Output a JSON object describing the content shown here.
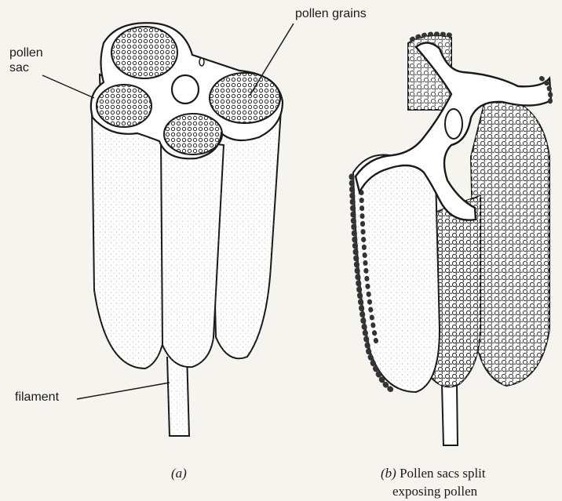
{
  "labels": {
    "pollen_sac_line1": "pollen",
    "pollen_sac_line2": "sac",
    "pollen_grains": "pollen grains",
    "filament": "filament"
  },
  "captions": {
    "a_tag": "(a)",
    "b_tag": "(b)",
    "b_line1": "Pollen sacs split",
    "b_line2": "exposing pollen"
  },
  "colors": {
    "background": "#f6f4ef",
    "ink": "#1a1a1a",
    "fill": "#ffffff"
  }
}
